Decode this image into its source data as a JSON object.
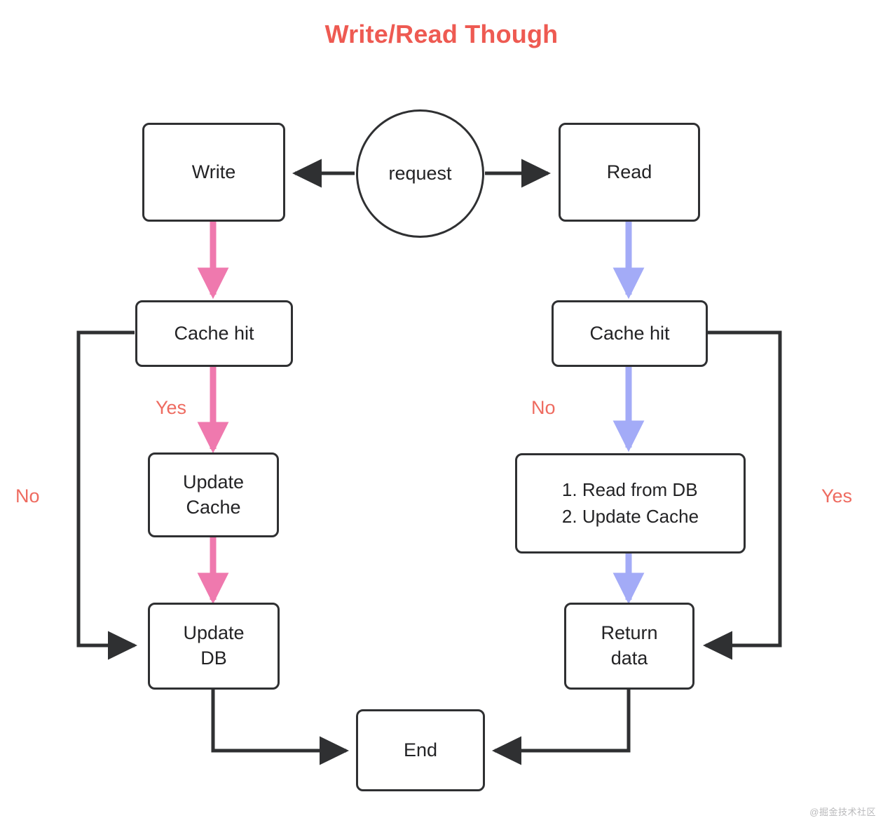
{
  "title": "Write/Read Though",
  "watermark": "@掘金技术社区",
  "colors": {
    "title": "#ee5a52",
    "node_border": "#2f3032",
    "node_text": "#232325",
    "write_flow": "#ef79ae",
    "read_flow": "#a3abf7",
    "plain_flow": "#2f3032",
    "edge_label": "#ee6b60",
    "background": "#ffffff"
  },
  "nodes": {
    "request": "request",
    "write": "Write",
    "read": "Read",
    "write_cache_hit": "Cache hit",
    "read_cache_hit": "Cache hit",
    "update_cache": "Update\nCache",
    "read_from_db_steps": "1. Read from DB\n2. Update Cache",
    "update_db": "Update\nDB",
    "return_data": "Return\ndata",
    "end": "End"
  },
  "edge_labels": {
    "write_cache_hit_yes": "Yes",
    "write_cache_hit_no": "No",
    "read_cache_hit_no": "No",
    "read_cache_hit_yes": "Yes"
  },
  "flow": {
    "edges": [
      {
        "from": "request",
        "to": "write",
        "label": "",
        "color": "#2f3032"
      },
      {
        "from": "request",
        "to": "read",
        "label": "",
        "color": "#2f3032"
      },
      {
        "from": "write",
        "to": "write_cache_hit",
        "label": "",
        "color": "#ef79ae"
      },
      {
        "from": "write_cache_hit",
        "to": "update_cache",
        "label": "Yes",
        "color": "#ef79ae"
      },
      {
        "from": "write_cache_hit",
        "to": "update_db",
        "label": "No",
        "color": "#2f3032"
      },
      {
        "from": "update_cache",
        "to": "update_db",
        "label": "",
        "color": "#ef79ae"
      },
      {
        "from": "update_db",
        "to": "end",
        "label": "",
        "color": "#2f3032"
      },
      {
        "from": "read",
        "to": "read_cache_hit",
        "label": "",
        "color": "#a3abf7"
      },
      {
        "from": "read_cache_hit",
        "to": "read_from_db_steps",
        "label": "No",
        "color": "#a3abf7"
      },
      {
        "from": "read_cache_hit",
        "to": "return_data",
        "label": "Yes",
        "color": "#2f3032"
      },
      {
        "from": "read_from_db_steps",
        "to": "return_data",
        "label": "",
        "color": "#a3abf7"
      },
      {
        "from": "return_data",
        "to": "end",
        "label": "",
        "color": "#2f3032"
      }
    ]
  }
}
